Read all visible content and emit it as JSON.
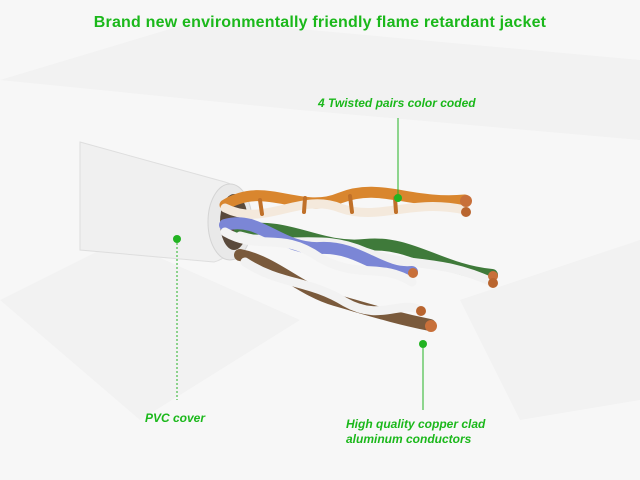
{
  "title": "Brand new environmentally friendly flame retardant jacket",
  "callouts": {
    "twisted_pairs": "4 Twisted pairs color coded",
    "pvc_cover": "PVC cover",
    "conductors_line1": "High quality copper clad",
    "conductors_line2": "aluminum conductors"
  },
  "colors": {
    "accent": "#1bb81b",
    "jacket": "#f2f2f2",
    "pair_orange": "#d9862e",
    "pair_green": "#3f7a3a",
    "pair_blue": "#7b86d6",
    "pair_brown": "#7a5a3c",
    "copper": "#c8703a"
  }
}
